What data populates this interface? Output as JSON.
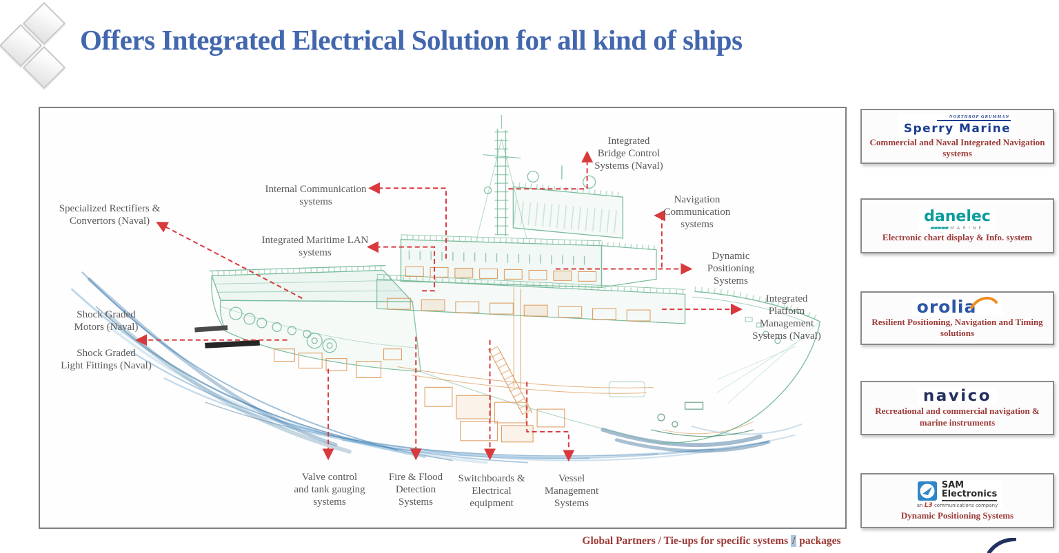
{
  "slide": {
    "title": "Offers Integrated Electrical Solution for all kind of ships",
    "caption": {
      "prefix": "Global Partners / Tie-ups  for specific systems ",
      "highlight": "/",
      "suffix": " packages"
    }
  },
  "diagram": {
    "labels": [
      {
        "name": "specialized-rectifiers",
        "text": "Specialized Rectifiers &\nConvertors (Naval)"
      },
      {
        "name": "internal-communication",
        "text": "Internal Communication\nsystems"
      },
      {
        "name": "integrated-maritime-lan",
        "text": "Integrated Maritime LAN\nsystems"
      },
      {
        "name": "shock-graded-motors",
        "text": "Shock Graded\nMotors (Naval)"
      },
      {
        "name": "shock-graded-light-fittings",
        "text": "Shock Graded\nLight Fittings (Naval)"
      },
      {
        "name": "integrated-bridge-control",
        "text": "Integrated\nBridge Control\nSystems (Naval)"
      },
      {
        "name": "navigation-communication",
        "text": "Navigation\nCommunication\nsystems"
      },
      {
        "name": "dynamic-positioning",
        "text": "Dynamic\nPositioning\nSystems"
      },
      {
        "name": "integrated-platform-management",
        "text": "Integrated\nPlatform\nManagement\nSystems (Naval)"
      },
      {
        "name": "valve-control",
        "text": "Valve control\nand tank gauging\nsystems"
      },
      {
        "name": "fire-flood-detection",
        "text": "Fire & Flood\nDetection\nSystems"
      },
      {
        "name": "switchboards-electrical",
        "text": "Switchboards &\nElectrical\nequipment"
      },
      {
        "name": "vessel-management",
        "text": "Vessel\nManagement\nSystems"
      }
    ]
  },
  "partners": [
    {
      "name": "Sperry Marine",
      "logo_small": "NORTHROP GRUMMAN",
      "logo_main": "Sperry Marine",
      "desc": "Commercial and Naval Integrated Navigation systems"
    },
    {
      "name": "Danelec Marine",
      "logo_main": "danelec",
      "logo_blocks": "▰▰▰▰▰",
      "logo_sub": "MARINE",
      "desc": "Electronic chart display & Info. system"
    },
    {
      "name": "Orolia",
      "logo_main": "orolia",
      "desc": "Resilient Positioning, Navigation and Timing solutions"
    },
    {
      "name": "Navico",
      "logo_main": "navico",
      "desc": "Recreational and commercial navigation & marine instruments"
    },
    {
      "name": "SAM Electronics",
      "logo_main": "SAM",
      "logo_main2": "Electronics",
      "logo_sub_prefix": "an",
      "logo_sub_mid": "L3",
      "logo_sub_suffix": "communications company",
      "desc": "Dynamic Positioning Systems"
    }
  ],
  "colors": {
    "title_blue": "#4267ae",
    "label_gray": "#595959",
    "arrow_red": "#d8393d",
    "desc_red": "#9c3a38",
    "border_gray": "#7f7f7f",
    "ship_green": "#69b38e",
    "ship_orange": "#d98f4a",
    "water_blue": "#3c80b6",
    "highlight_blue": "#a9c6dd",
    "sperry_blue": "#1b3e91",
    "danelec_teal": "#0a9c9c",
    "orolia_blue": "#2d56a5",
    "orolia_orange": "#ef8e1f",
    "navico_navy": "#25305e",
    "sam_blue": "#2f86c8",
    "swoosh_navy": "#23315f"
  }
}
